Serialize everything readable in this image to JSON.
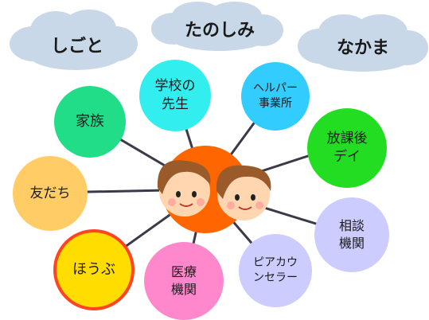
{
  "clouds": {
    "work": "しごと",
    "fun": "たのしみ",
    "friends": "なかま"
  },
  "nodes": {
    "family": {
      "label": "家族",
      "fill": "#22dd88"
    },
    "school": {
      "label": "学校の\n先生",
      "fill": "#33eeee"
    },
    "helper": {
      "label": "ヘルパー\n事業所",
      "fill": "#33ccff"
    },
    "afterschool": {
      "label": "放課後\nデイ",
      "fill": "#22dd22"
    },
    "friend": {
      "label": "友だち",
      "fill": "#ffcc66"
    },
    "consult": {
      "label": "相談\n機関",
      "fill": "#ccccff"
    },
    "hobu": {
      "label": "ほうぶ",
      "fill": "#ffdd00",
      "ring": "#ff4422"
    },
    "medical": {
      "label": "医療\n機関",
      "fill": "#ff88cc"
    },
    "peer": {
      "label": "ピアカウ\nンセラー",
      "fill": "#ccccff"
    }
  },
  "colors": {
    "cloud": "#c8d8e8",
    "center": "#ff6600",
    "skin": "#ffd6b0",
    "hair": "#9a5a2a",
    "line": "#3a3a4a"
  }
}
